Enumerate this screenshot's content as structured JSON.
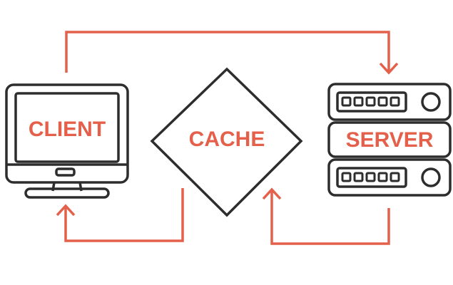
{
  "colors": {
    "accent": "#e4604a",
    "outline": "#2d2d2d",
    "background": "#ffffff"
  },
  "nodes": {
    "client": {
      "label": "CLIENT",
      "icon": "monitor-icon"
    },
    "cache": {
      "label": "CACHE",
      "icon": "diamond-icon"
    },
    "server": {
      "label": "SERVER",
      "icon": "server-rack-icon"
    }
  }
}
